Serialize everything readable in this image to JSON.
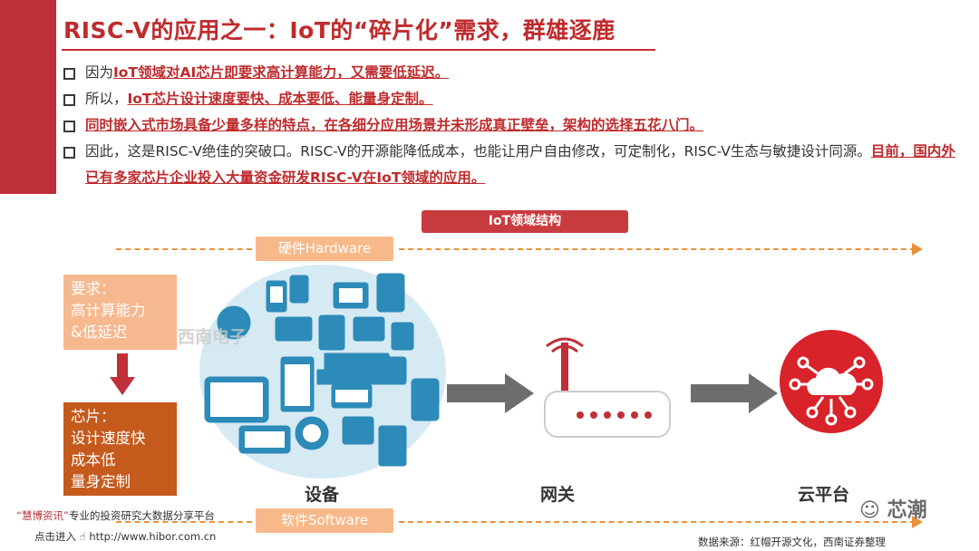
{
  "slide": {
    "title": "RISC-V的应用之一：IoT的“碎片化”需求，群雄逐鹿",
    "bullets": [
      {
        "pre": "因为",
        "red": "IoT领域对AI芯片即要求高计算能力，又需要低延迟。",
        "post": ""
      },
      {
        "pre": "所以，",
        "red": "IoT芯片设计速度要快、成本要低、能量身定制。",
        "post": ""
      },
      {
        "pre": "",
        "red": "同时嵌入式市场具备少量多样的特点，在各细分应用场景并未形成真正壁垒，架构的选择五花八门。",
        "post": ""
      },
      {
        "pre": "因此，这是RISC-V绝佳的突破口。RISC-V的开源能降低成本，也能让用户自由修改，可定制化，RISC-V生态与敏捷设计同源。",
        "red": "目前，国内外已有多家芯片企业投入大量资金研发RISC-V在IoT领域的应用。",
        "post": ""
      }
    ]
  },
  "diagram": {
    "header": "IoT领域结构",
    "hardware_label": "硬件Hardware",
    "software_label": "软件Software",
    "requirement_box": [
      "要求：",
      "高计算能力",
      "&低延迟"
    ],
    "chip_box": [
      "芯片：",
      "设计速度快",
      "成本低",
      "量身定制"
    ],
    "stages": [
      "设备",
      "网关",
      "云平台"
    ],
    "watermark": "西南电子"
  },
  "footer": {
    "promo_quote": "慧博资讯",
    "promo_rest": "专业的投资研究大数据分享平台",
    "promo_link_prefix": "点击进入",
    "promo_url": "http://www.hibor.com.cn",
    "wechat_name": "芯潮",
    "source": "数据来源：红帽开源文化，西南证券整理"
  },
  "colors": {
    "accent_red": "#c0303a",
    "orange_dash": "#e8923a",
    "light_orange": "#f6b88e",
    "dark_orange": "#c55a1d",
    "device_blue": "#2c8bb8"
  }
}
